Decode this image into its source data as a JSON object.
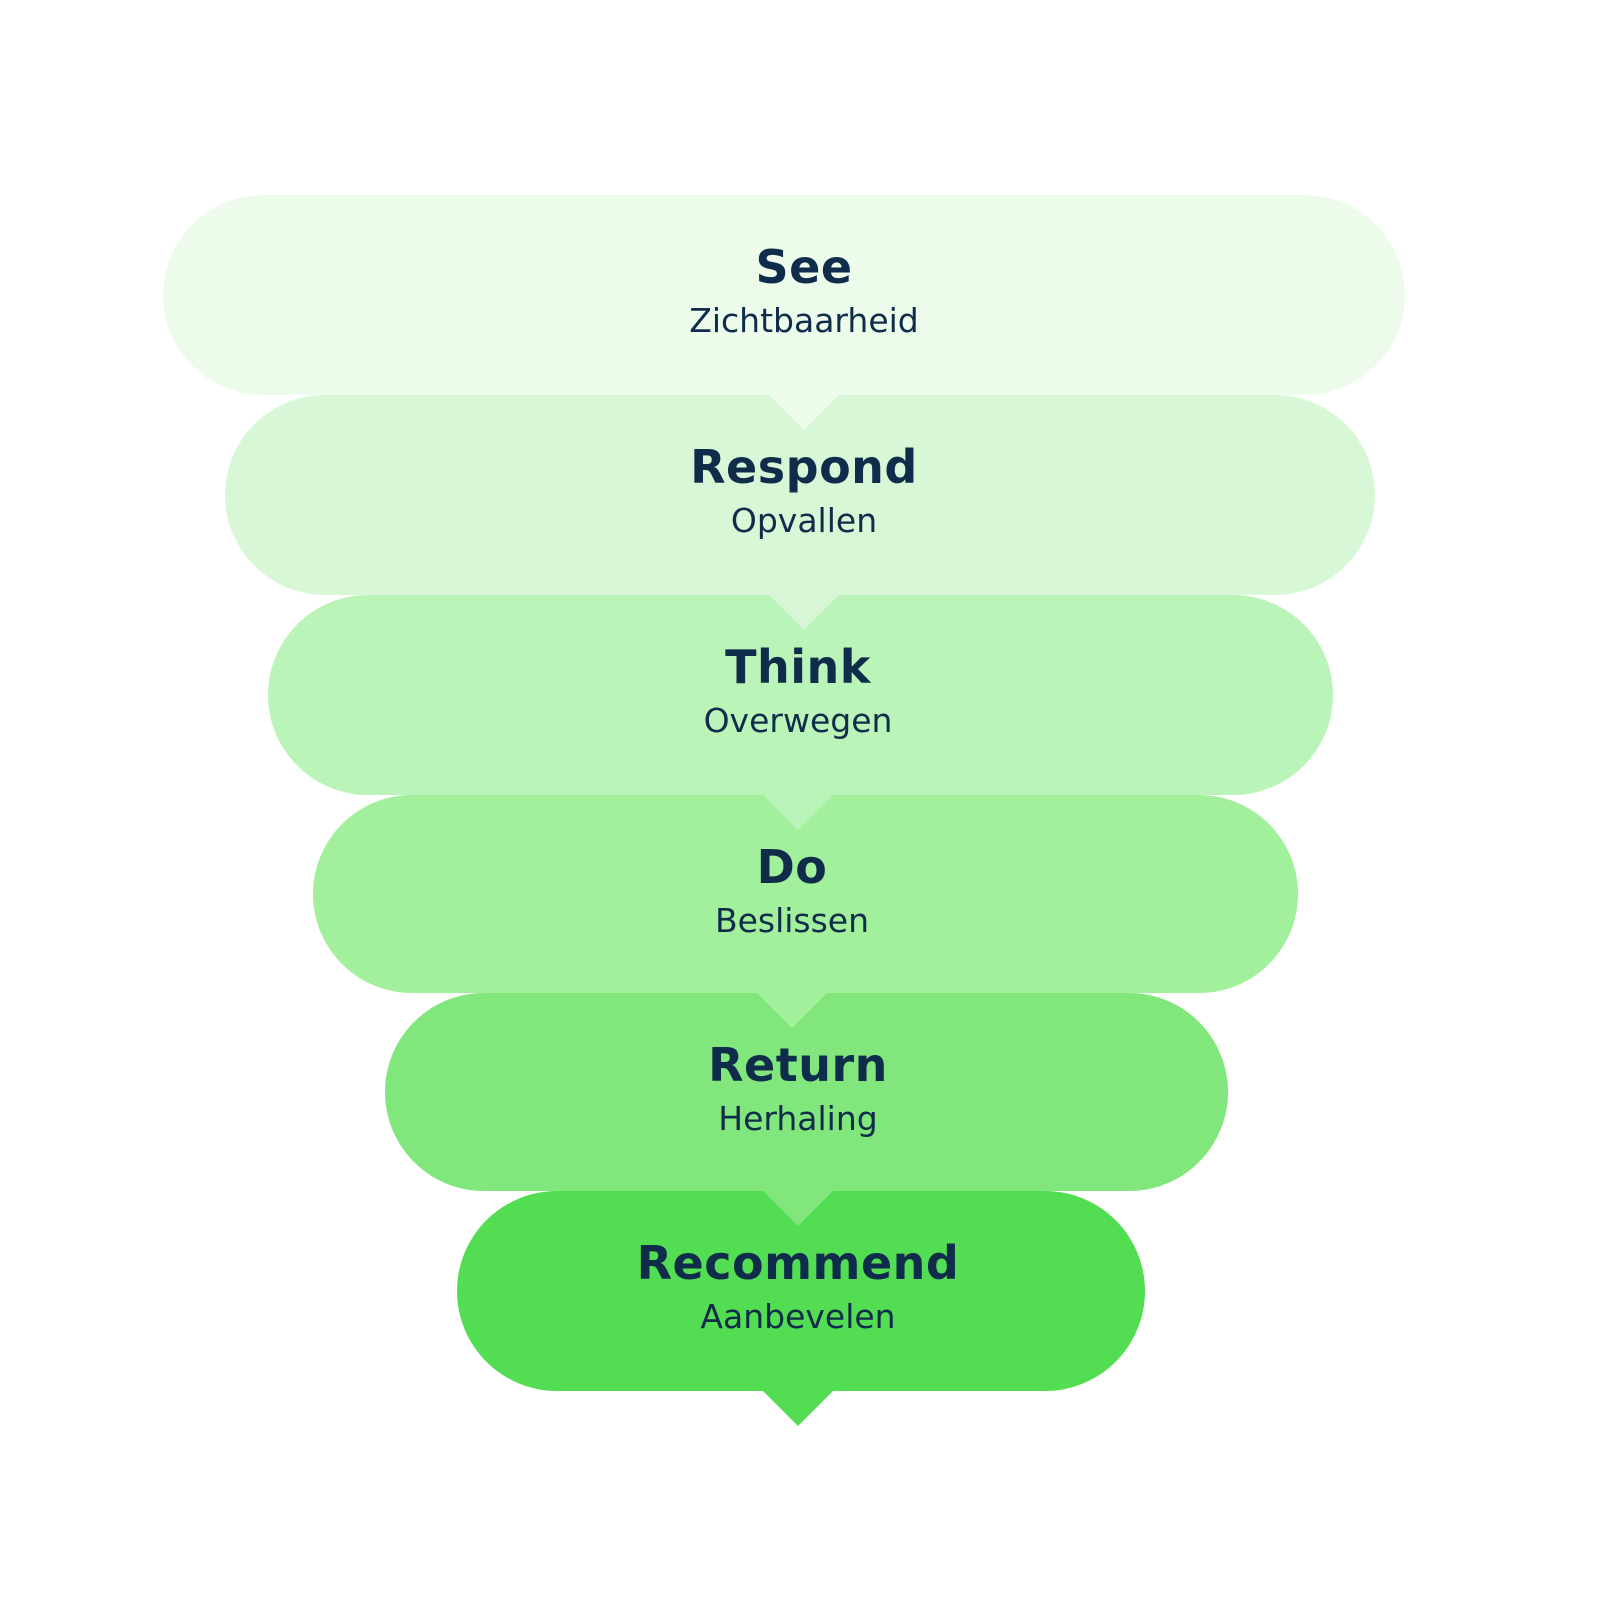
{
  "funnel": {
    "stages": [
      {
        "title": "See",
        "subtitle": "Zichtbaarheid",
        "color": "#ecfbea"
      },
      {
        "title": "Respond",
        "subtitle": "Opvallen",
        "color": "#d8f7d6"
      },
      {
        "title": "Think",
        "subtitle": "Overwegen",
        "color": "#bbf4b8"
      },
      {
        "title": "Do",
        "subtitle": "Beslissen",
        "color": "#a2ef9c"
      },
      {
        "title": "Return",
        "subtitle": "Herhaling",
        "color": "#81e67b"
      },
      {
        "title": "Recommend",
        "subtitle": "Aanbevelen",
        "color": "#53dd52"
      }
    ],
    "text_color": "#0f2c4a"
  }
}
